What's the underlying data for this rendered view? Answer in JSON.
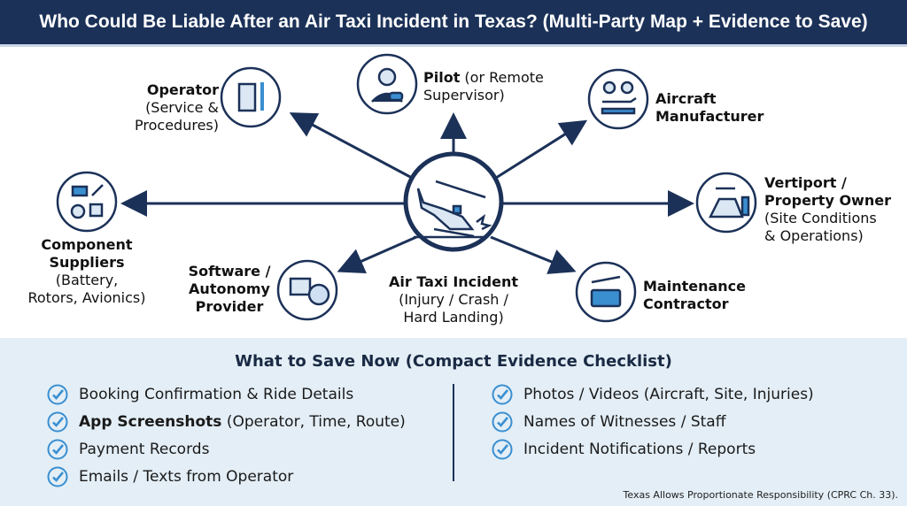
{
  "title": "Who Could Be Liable After an Air Taxi Incident in Texas? (Multi-Party Map + Evidence to Save)",
  "center": {
    "title": "Air Taxi Incident",
    "sub1": "(Injury / Crash /",
    "sub2": "Hard Landing)",
    "icon": "helicopter-crash-icon"
  },
  "parties": {
    "pilot": {
      "bold": "Pilot",
      "rest1": " (or Remote",
      "rest2": "Supervisor)",
      "icon": "pilot-icon"
    },
    "operator": {
      "bold": "Operator",
      "rest1": "(Service &",
      "rest2": "Procedures)",
      "icon": "building-icon"
    },
    "manufacturer": {
      "bold1": "Aircraft",
      "bold2": "Manufacturer",
      "icon": "factory-aircraft-icon"
    },
    "components": {
      "bold1": "Component",
      "bold2": "Suppliers",
      "rest1": "(Battery,",
      "rest2": "Rotors, Avionics)",
      "icon": "components-icon"
    },
    "vertiport": {
      "bold1": "Vertiport /",
      "bold2": "Property Owner",
      "rest1": "(Site Conditions",
      "rest2": "& Operations)",
      "icon": "vertiport-icon"
    },
    "software": {
      "bold1": "Software /",
      "bold2": "Autonomy",
      "bold3": "Provider",
      "icon": "code-brain-icon"
    },
    "maintenance": {
      "bold1": "Maintenance",
      "bold2": "Contractor",
      "icon": "toolbox-icon"
    }
  },
  "checklist": {
    "title": "What to Save Now (Compact Evidence Checklist)",
    "left": [
      {
        "text": "Booking Confirmation & Ride Details"
      },
      {
        "bold": "App Screenshots",
        "text": " (Operator, Time, Route)"
      },
      {
        "text": "Payment Records"
      },
      {
        "text": "Emails / Texts from Operator"
      }
    ],
    "right": [
      {
        "text": "Photos / Videos (Aircraft, Site, Injuries)"
      },
      {
        "text": "Names of Witnesses / Staff"
      },
      {
        "text": "Incident Notifications / Reports"
      }
    ]
  },
  "footer": "Texas Allows Proportionate Responsibility (CPRC Ch. 33).",
  "colors": {
    "navy": "#1b3158",
    "check": "#3a8fd1",
    "panel": "#e3eef6"
  }
}
